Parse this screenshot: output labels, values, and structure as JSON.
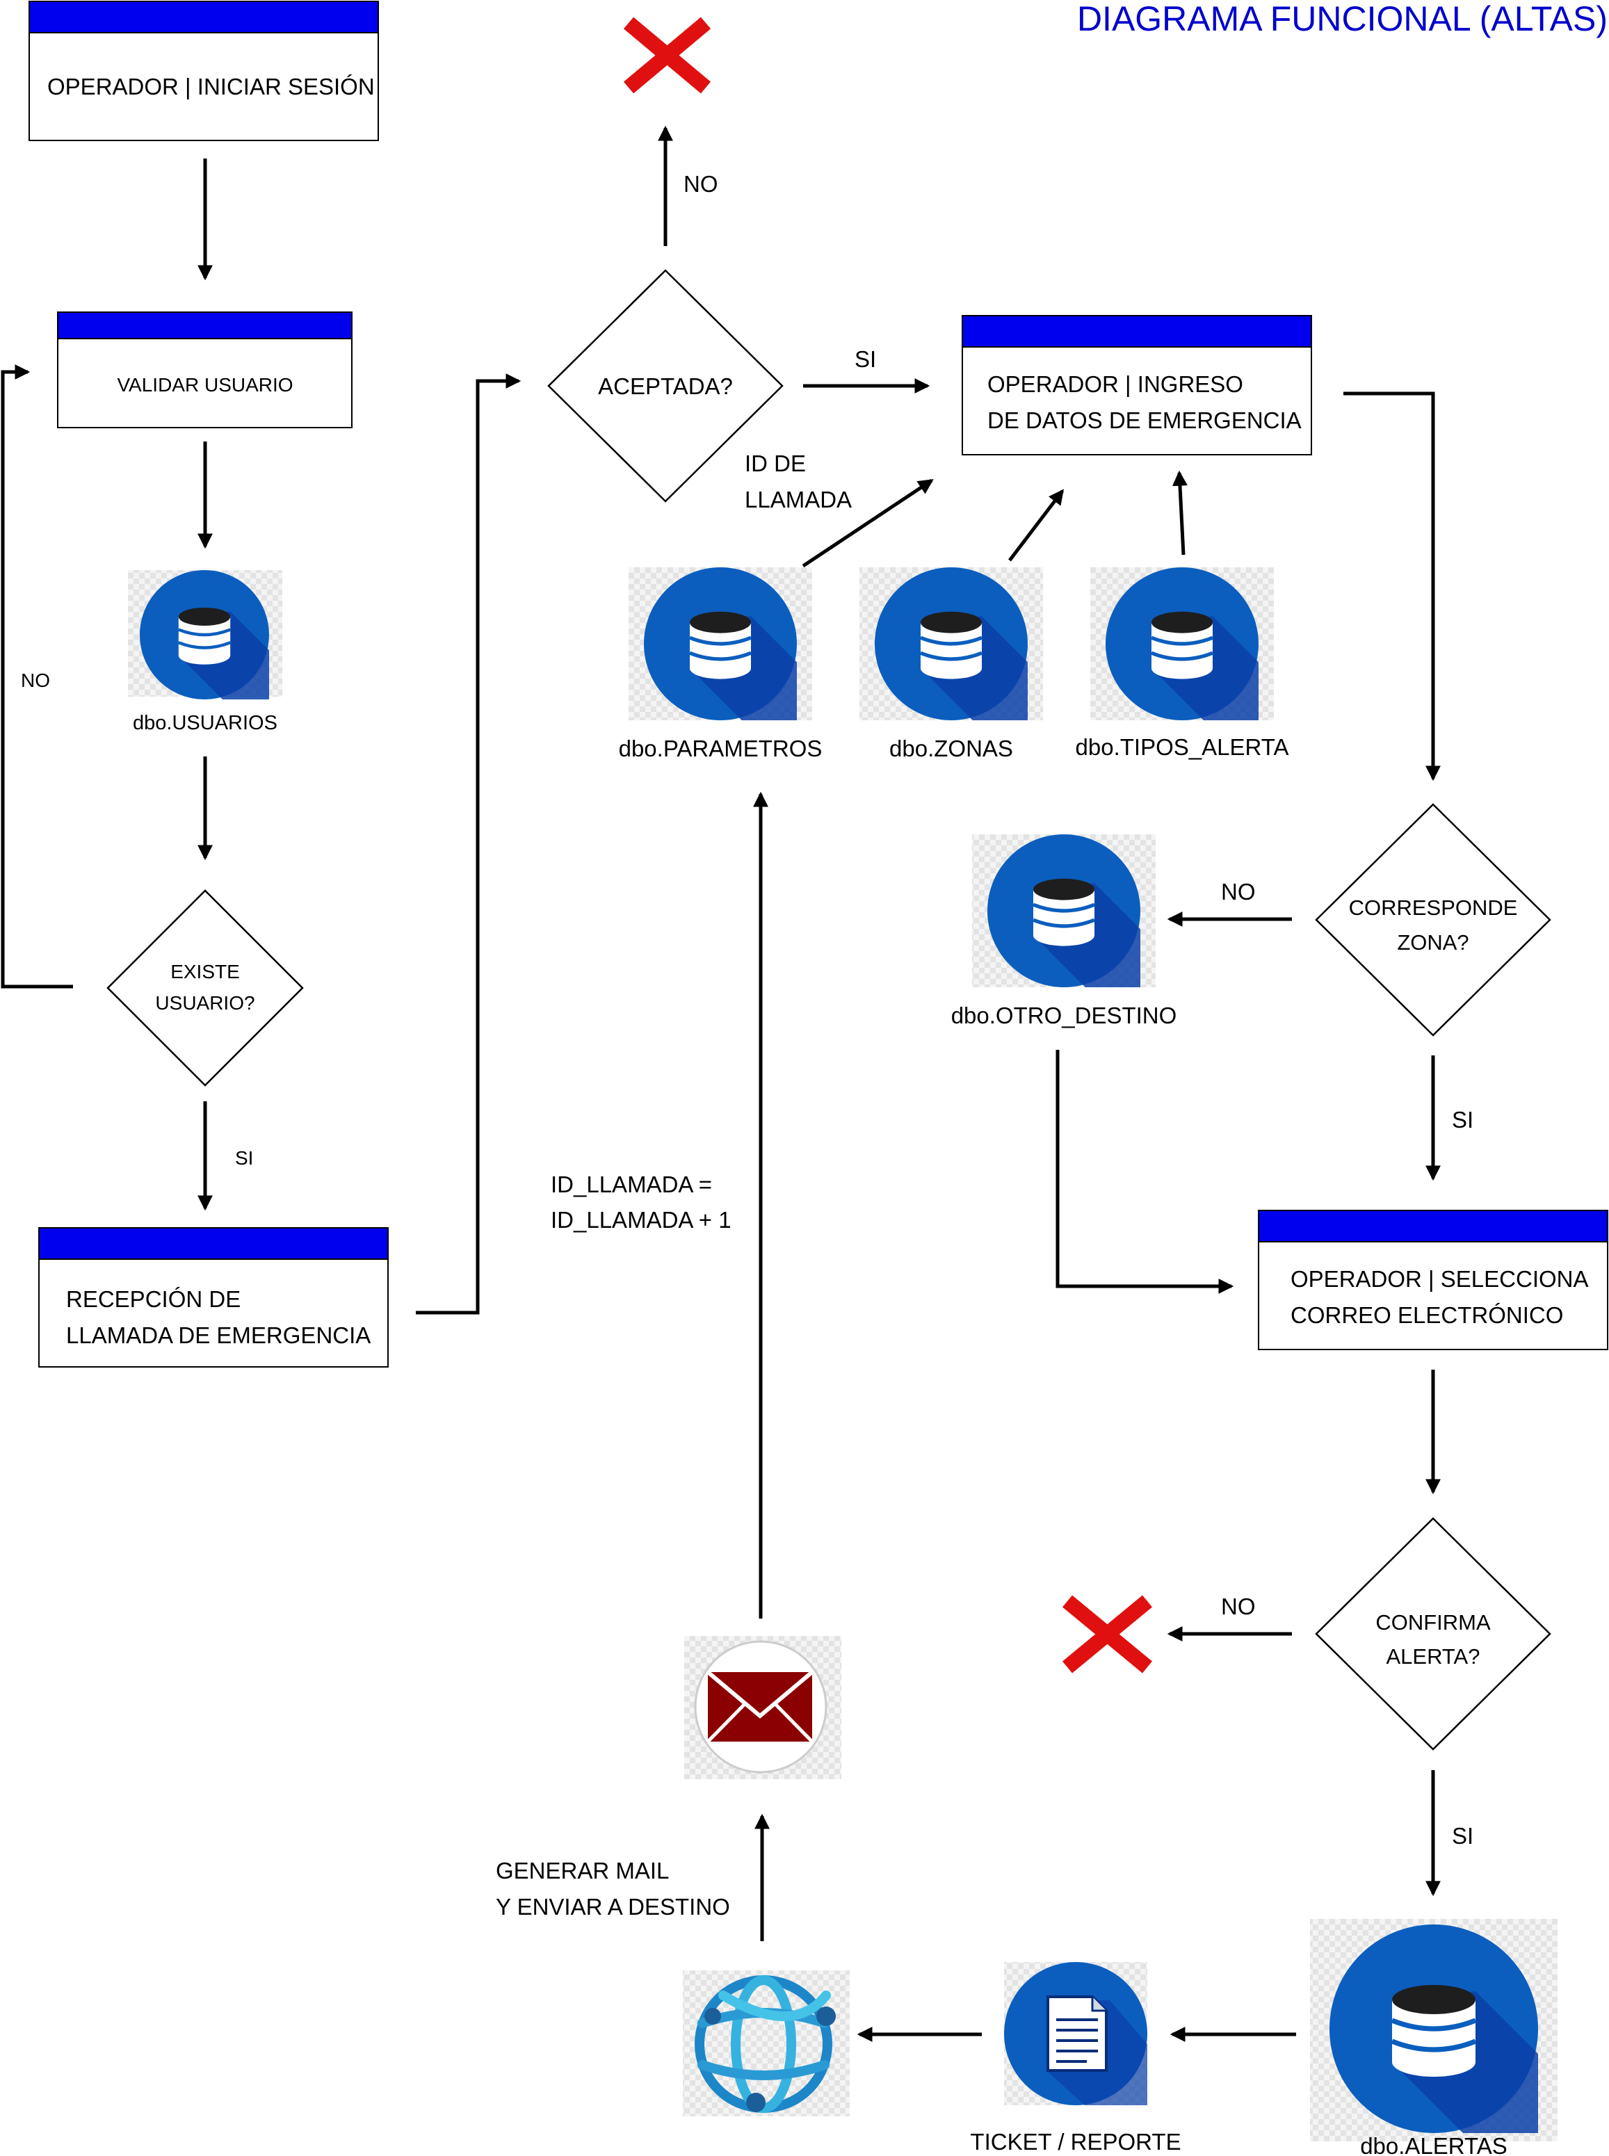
{
  "title": "DIAGRAMA FUNCIONAL (ALTAS)",
  "colors": {
    "header_blue": "#0000ee",
    "title_blue": "#0000cc",
    "db_blue": "#0b5ebe",
    "reject_red": "#e01010",
    "mail_red": "#8b0000"
  },
  "processes": {
    "login": [
      "OPERADOR | INICIAR SESIÓN"
    ],
    "validate_user": [
      "VALIDAR USUARIO"
    ],
    "reception": [
      "RECEPCIÓN DE",
      "LLAMADA DE EMERGENCIA"
    ],
    "data_entry": [
      "OPERADOR | INGRESO",
      "DE DATOS DE EMERGENCIA"
    ],
    "select_email": [
      "OPERADOR | SELECCIONA",
      "CORREO ELECTRÓNICO"
    ]
  },
  "decisions": {
    "user_exists": [
      "EXISTE",
      "USUARIO?"
    ],
    "accepted": [
      "ACEPTADA?"
    ],
    "zone_match": [
      "CORRESPONDE",
      "ZONA?"
    ],
    "confirm_alert": [
      "CONFIRMA",
      "ALERTA?"
    ]
  },
  "databases": {
    "usuarios": "dbo.USUARIOS",
    "parametros": "dbo.PARAMETROS",
    "zonas": "dbo.ZONAS",
    "tipos_alerta": "dbo.TIPOS_ALERTA",
    "otro_destino": "dbo.OTRO_DESTINO",
    "alertas": "dbo.ALERTAS"
  },
  "icons": {
    "ticket": "TICKET / REPORTE",
    "mail": "mail-envelope-icon",
    "globe": "network-globe-icon",
    "reject": "red-x-icon"
  },
  "labels": {
    "no_user": "NO",
    "si_user": "SI",
    "no_accepted": "NO",
    "si_accepted": "SI",
    "id_de_llamada": [
      "ID DE",
      "LLAMADA"
    ],
    "no_zone": "NO",
    "si_zone": "SI",
    "no_confirm": "NO",
    "si_confirm": "SI",
    "id_increment": [
      "ID_LLAMADA =",
      "ID_LLAMADA + 1"
    ],
    "generate_mail": [
      "GENERAR MAIL",
      "Y ENVIAR A DESTINO"
    ]
  }
}
